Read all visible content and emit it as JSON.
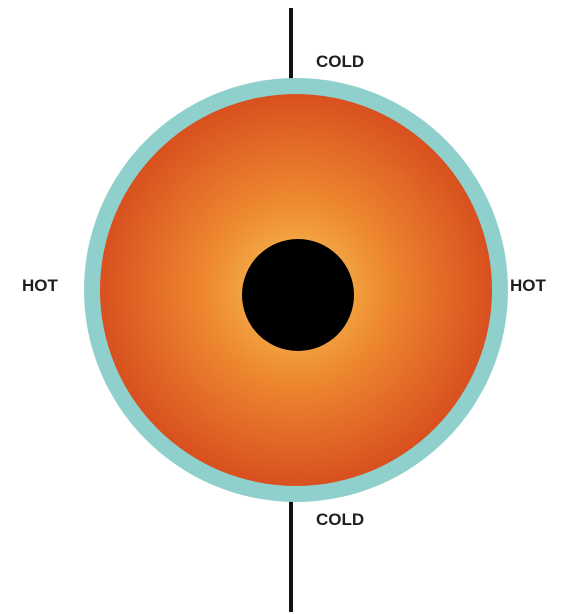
{
  "labels": {
    "top": "COLD",
    "bottom": "COLD",
    "left": "HOT",
    "right": "HOT"
  },
  "colors": {
    "outer_ring": "#8fd0cc",
    "hot_edge": "#d8501f",
    "hot_mid": "#ee8a30",
    "hot_center": "#f7c65a",
    "core": "#000000",
    "axis": "#111111"
  }
}
